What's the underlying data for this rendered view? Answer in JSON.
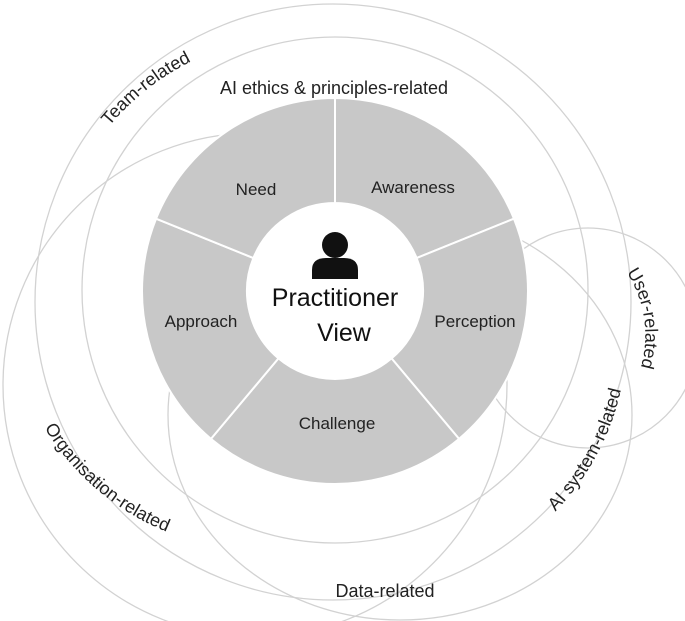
{
  "outer_labels": {
    "team": "Team-related",
    "ethics": "AI ethics & principles-related",
    "user": "User-related",
    "ai_system": "AI system-related",
    "organisation": "Organisation-related",
    "data": "Data-related"
  },
  "segments": {
    "need": "Need",
    "awareness": "Awareness",
    "perception": "Perception",
    "challenge": "Challenge",
    "approach": "Approach"
  },
  "center": {
    "line1": "Practitioner",
    "line2": "View",
    "icon": "person-icon"
  },
  "colors": {
    "segment_fill": "#c8c8c8",
    "ring_stroke": "#d2d2d2",
    "icon": "#111111"
  }
}
